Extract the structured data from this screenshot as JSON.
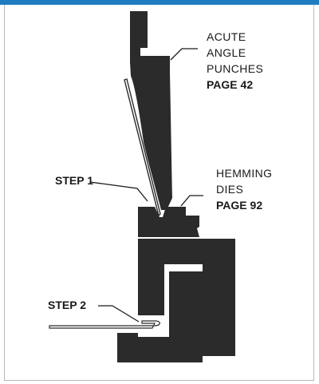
{
  "colors": {
    "top_bar": "#1f7cc1",
    "tool": "#2b2b2b",
    "border": "#b9b9b9"
  },
  "punch_label": {
    "line1": "ACUTE",
    "line2": "ANGLE",
    "line3": "PUNCHES",
    "page": "PAGE 42"
  },
  "die_label": {
    "line1": "HEMMING",
    "line2": "DIES",
    "page": "PAGE 92"
  },
  "step1": "STEP 1",
  "step2": "STEP 2"
}
